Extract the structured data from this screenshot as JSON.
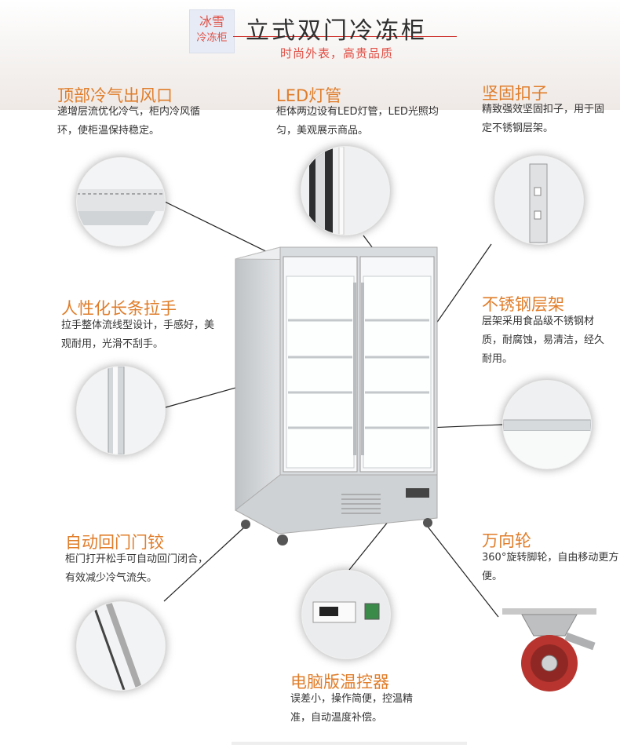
{
  "badge": {
    "line1": "冰雪",
    "line2": "冷冻柜"
  },
  "header": {
    "title": "立式双门冷冻柜",
    "subtitle": "时尚外表，高贵品质"
  },
  "features": [
    {
      "title": "顶部冷气出风口",
      "desc": "递增层流优化冷气，柜内冷风循环，使柜温保持稳定。"
    },
    {
      "title": "LED灯管",
      "desc": "柜体两边设有LED灯管，LED光照均匀，美观展示商品。"
    },
    {
      "title": "坚固扣子",
      "desc": "精致强效坚固扣子，用于固定不锈钢层架。"
    },
    {
      "title": "人性化长条拉手",
      "desc": "拉手整体流线型设计，手感好，美观耐用，光滑不刮手。"
    },
    {
      "title": "不锈钢层架",
      "desc": "层架采用食品级不锈钢材质，耐腐蚀，易清洁，经久耐用。"
    },
    {
      "title": "自动回门门铰",
      "desc": "柜门打开松手可自动回门闭合，有效减少冷气流失。"
    },
    {
      "title": "万向轮",
      "desc": "360°旋转脚轮，自由移动更方便。"
    },
    {
      "title": "电脑版温控器",
      "desc": "误差小，操作简便，控温精准，自动温度补偿。"
    }
  ],
  "colors": {
    "title_orange": "#e07d2a",
    "accent_red": "#e14d43"
  }
}
